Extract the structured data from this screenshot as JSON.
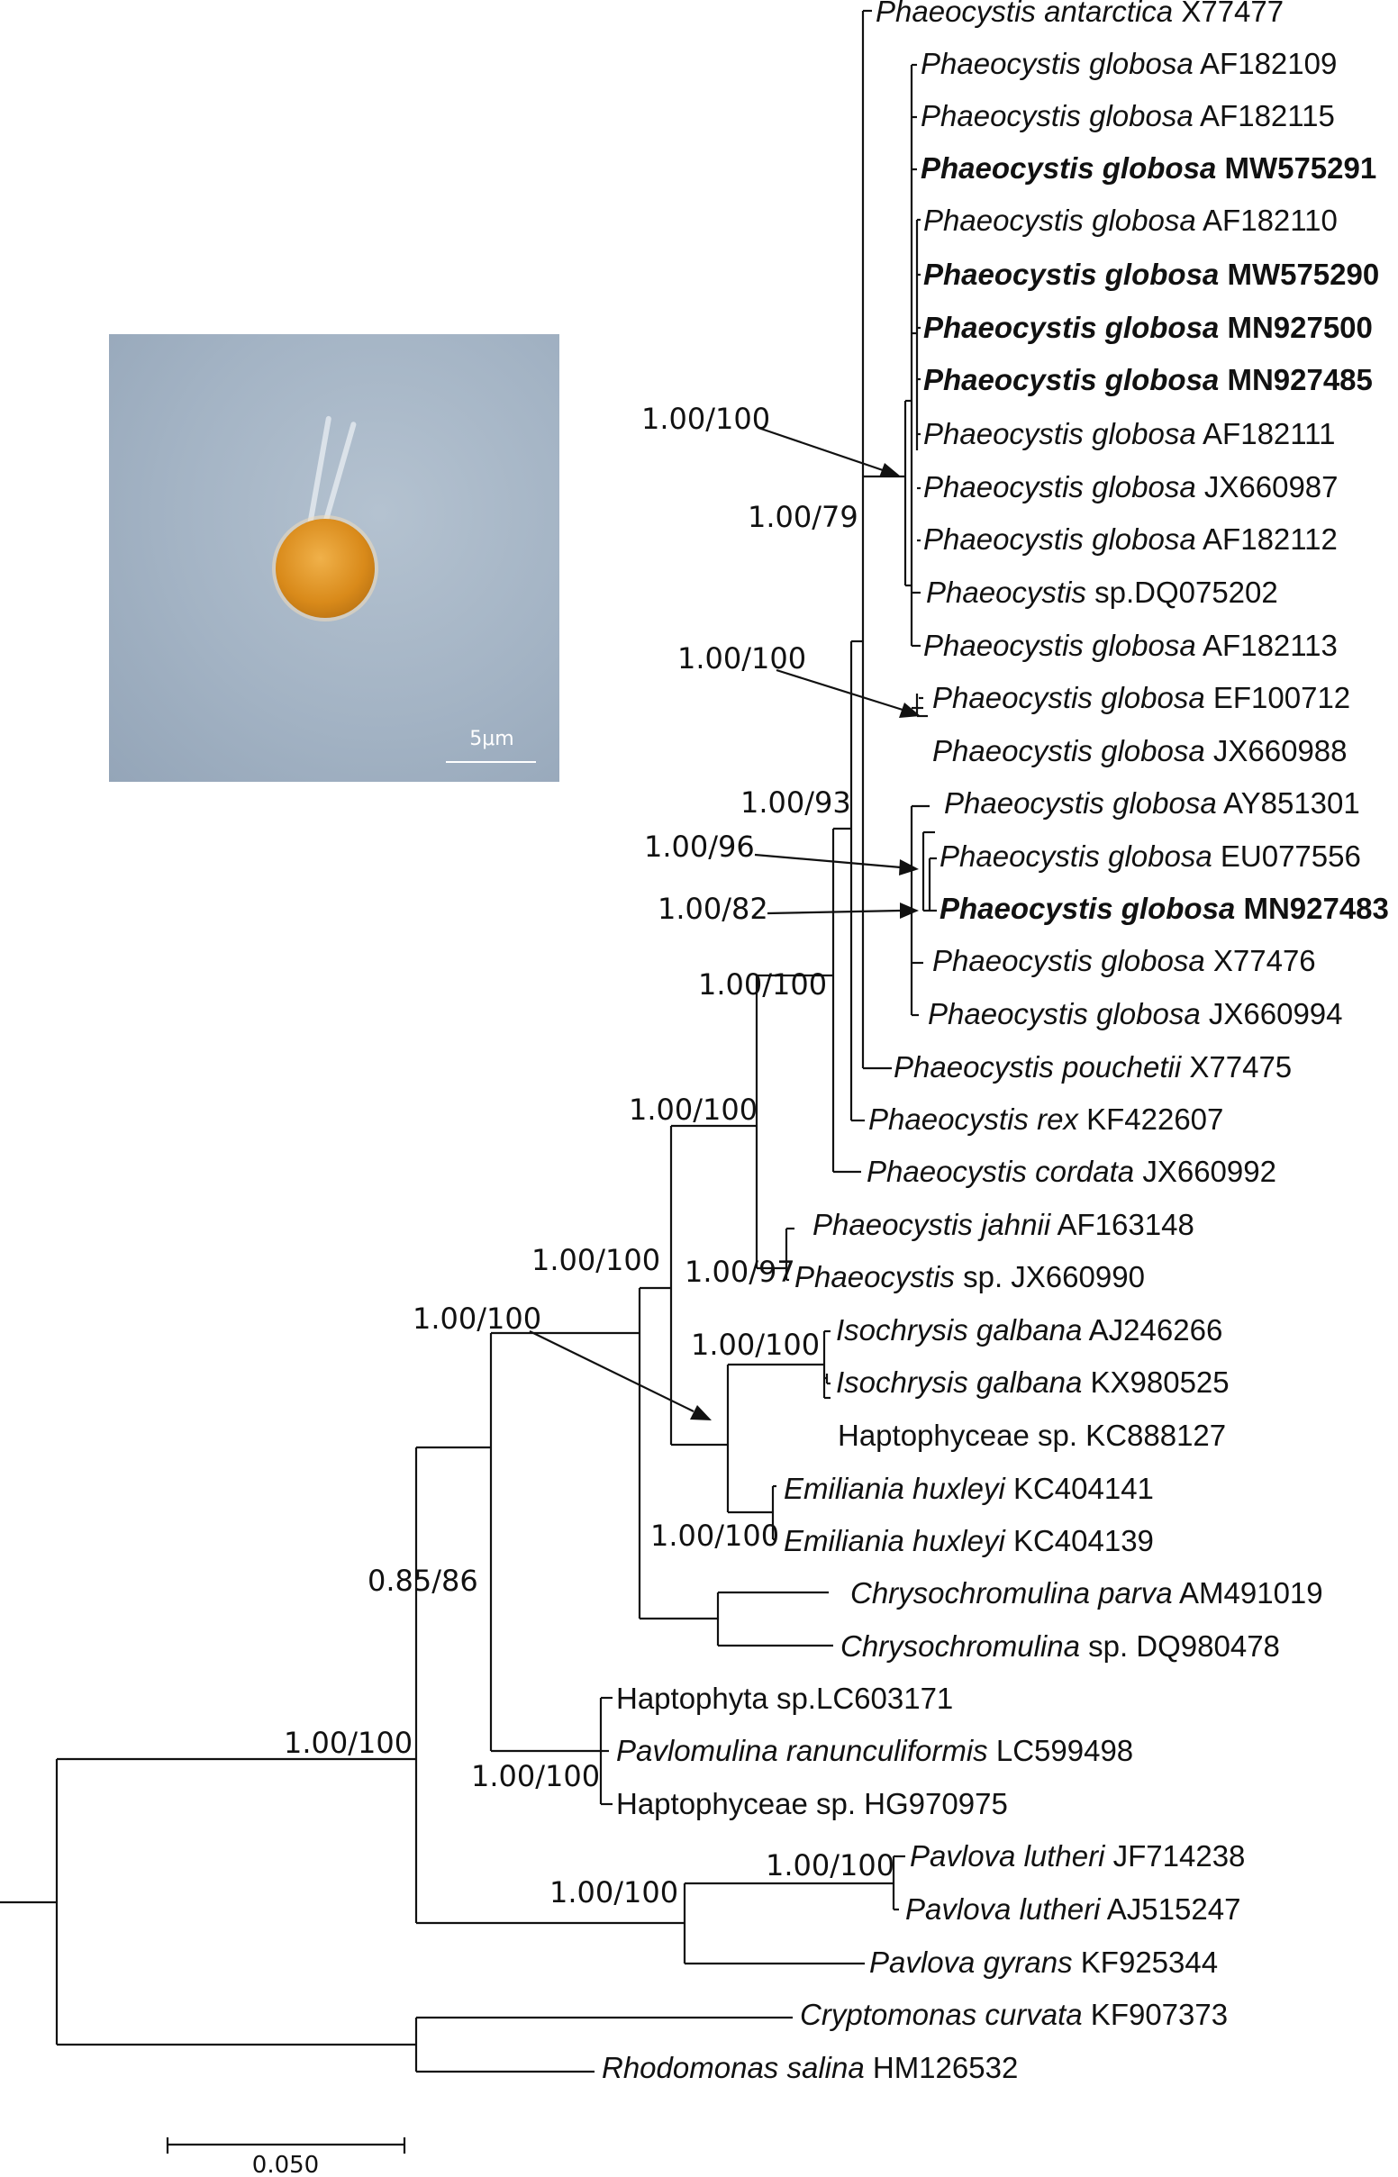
{
  "figure": {
    "micrograph": {
      "scale_label": "5μm"
    },
    "scale_bar": {
      "label": "0.050"
    },
    "taxa": [
      {
        "genus": "Phaeocystis antarctica",
        "rest": " X77477",
        "bold": false
      },
      {
        "genus": "Phaeocystis globosa",
        "rest": " AF182109",
        "bold": false
      },
      {
        "genus": "Phaeocystis globosa",
        "rest": " AF182115",
        "bold": false
      },
      {
        "genus": "Phaeocystis globosa",
        "rest": " MW575291",
        "bold": true
      },
      {
        "genus": "Phaeocystis globosa",
        "rest": " AF182110",
        "bold": false
      },
      {
        "genus": "Phaeocystis globosa",
        "rest": " MW575290",
        "bold": true
      },
      {
        "genus": "Phaeocystis globosa",
        "rest": " MN927500",
        "bold": true
      },
      {
        "genus": "Phaeocystis globosa",
        "rest": " MN927485",
        "bold": true
      },
      {
        "genus": "Phaeocystis globosa",
        "rest": " AF182111",
        "bold": false
      },
      {
        "genus": "Phaeocystis globosa",
        "rest": " JX660987",
        "bold": false
      },
      {
        "genus": "Phaeocystis globosa",
        "rest": " AF182112",
        "bold": false
      },
      {
        "genus": "Phaeocystis",
        "rest": " sp.DQ075202",
        "bold": false
      },
      {
        "genus": "Phaeocystis globosa",
        "rest": " AF182113",
        "bold": false
      },
      {
        "genus": "Phaeocystis globosa",
        "rest": " EF100712",
        "bold": false
      },
      {
        "genus": "Phaeocystis globosa",
        "rest": " JX660988",
        "bold": false
      },
      {
        "genus": "Phaeocystis globosa",
        "rest": " AY851301",
        "bold": false
      },
      {
        "genus": "Phaeocystis globosa",
        "rest": " EU077556",
        "bold": false
      },
      {
        "genus": "Phaeocystis globosa",
        "rest": " MN927483",
        "bold": true
      },
      {
        "genus": "Phaeocystis globosa",
        "rest": " X77476",
        "bold": false
      },
      {
        "genus": "Phaeocystis globosa",
        "rest": " JX660994",
        "bold": false
      },
      {
        "genus": "Phaeocystis pouchetii",
        "rest": " X77475",
        "bold": false
      },
      {
        "genus": "Phaeocystis rex",
        "rest": " KF422607",
        "bold": false
      },
      {
        "genus": "Phaeocystis cordata",
        "rest": " JX660992",
        "bold": false
      },
      {
        "genus": "Phaeocystis jahnii",
        "rest": " AF163148",
        "bold": false
      },
      {
        "genus": "Phaeocystis",
        "rest": " sp. JX660990",
        "bold": false
      },
      {
        "genus": "Isochrysis galbana",
        "rest": " AJ246266",
        "bold": false
      },
      {
        "genus": "Isochrysis galbana",
        "rest": " KX980525",
        "bold": false
      },
      {
        "genus": "",
        "rest": "Haptophyceae sp. KC888127",
        "bold": false
      },
      {
        "genus": "Emiliania huxleyi",
        "rest": " KC404141",
        "bold": false
      },
      {
        "genus": "Emiliania huxleyi",
        "rest": " KC404139",
        "bold": false
      },
      {
        "genus": "Chrysochromulina parva",
        "rest": " AM491019",
        "bold": false
      },
      {
        "genus": "Chrysochromulina",
        "rest": " sp. DQ980478",
        "bold": false
      },
      {
        "genus": "",
        "rest": "Haptophyta sp.LC603171",
        "bold": false
      },
      {
        "genus": "Pavlomulina ranunculiformis",
        "rest": " LC599498",
        "bold": false
      },
      {
        "genus": "",
        "rest": "Haptophyceae sp. HG970975",
        "bold": false
      },
      {
        "genus": "Pavlova lutheri",
        "rest": " JF714238",
        "bold": false
      },
      {
        "genus": "Pavlova lutheri",
        "rest": " AJ515247",
        "bold": false
      },
      {
        "genus": "Pavlova gyrans",
        "rest": " KF925344",
        "bold": false
      },
      {
        "genus": "Cryptomonas curvata",
        "rest": " KF907373",
        "bold": false
      },
      {
        "genus": "Rhodomonas salina",
        "rest": " HM126532",
        "bold": false
      }
    ],
    "supports": [
      "1.00/100",
      "1.00/79",
      "1.00/100",
      "1.00/93",
      "1.00/96",
      "1.00/82",
      "1.00/100",
      "1.00/100",
      "1.00/100",
      "1.00/97",
      "1.00/100",
      "1.00/100",
      "1.00/100",
      "0.85/86",
      "1.00/100",
      "1.00/100",
      "1.00/100",
      "1.00/100"
    ]
  }
}
